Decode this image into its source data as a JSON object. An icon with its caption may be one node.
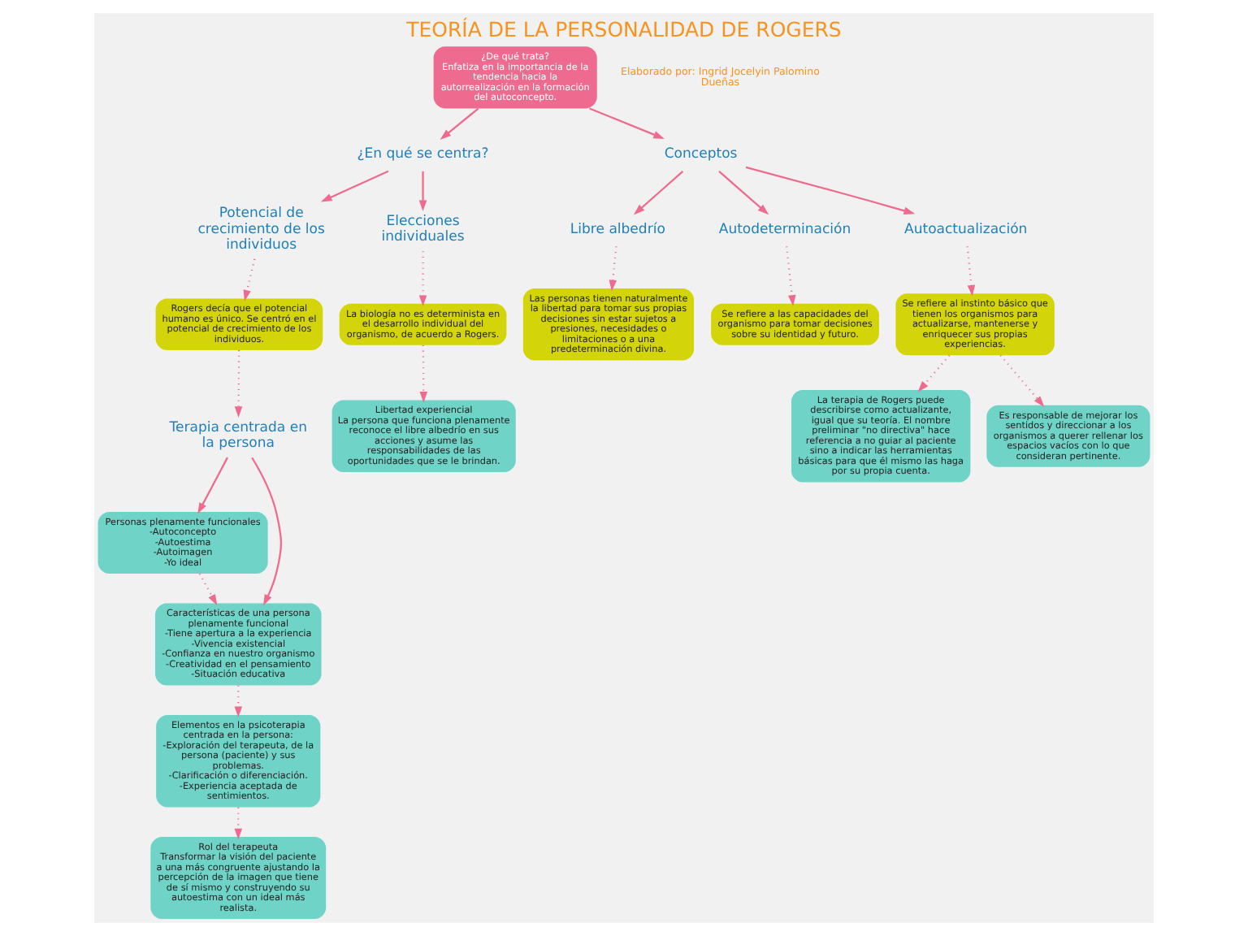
{
  "diagram": {
    "title": "TEORÍA DE LA PERSONALIDAD DE ROGERS",
    "nodes": [
      {
        "text": [
          "¿De qué trata?",
          "Enfatiza en la importancia de la tendencia hacia la autorrealización en la formación del autoconcepto."
        ]
      },
      {
        "text": [
          "¿En qué se centra?"
        ]
      },
      {
        "text": [
          "Conceptos"
        ]
      },
      {
        "text": [
          "Potencial de crecimiento de los individuos"
        ]
      },
      {
        "text": [
          "Elecciones individuales"
        ]
      },
      {
        "text": [
          "Rogers decía que el potencial humano es único. Se centró en el potencial de crecimiento de los individuos."
        ]
      },
      {
        "text": [
          "La biología no es determinista en el desarrollo individual del organismo, de acuerdo a Rogers."
        ]
      },
      {
        "text": [
          "Libertad experiencial",
          "La persona que funciona plenamente reconoce el libre albedrío en sus acciones y asume las responsabilidades de las oportunidades que se le brindan."
        ]
      },
      {
        "text": [
          "Terapia centrada en la persona"
        ]
      },
      {
        "text": [
          "Personas plenamente funcionales",
          "-Autoconcepto",
          "-Autoestima",
          "-Autoimagen",
          "-Yo ideal"
        ]
      },
      {
        "text": [
          "Características de una persona plenamente funcional",
          "-Tiene apertura a la experiencia",
          "-Vivencia existencial",
          "-Confianza en nuestro organismo",
          "-Creatividad en el pensamiento",
          "-Situación educativa"
        ]
      },
      {
        "text": [
          "Elementos en la psicoterapia centrada en la persona:",
          "-Exploración del terapeuta, de la persona (paciente) y sus problemas.",
          "-Clarificación o diferenciación.",
          "-Experiencia aceptada de sentimientos."
        ]
      },
      {
        "text": [
          "Rol del terapeuta",
          "Transformar la visión del paciente a una más congruente ajustando la percepción de la imagen que tiene de sí mismo y construyendo su autoestima con un ideal más realista."
        ]
      },
      {
        "text": [
          "Libre albedrío"
        ]
      },
      {
        "text": [
          "Autodeterminación"
        ]
      },
      {
        "text": [
          "Autoactualización"
        ]
      },
      {
        "text": [
          "Las personas tienen naturalmente la libertad para tomar sus propias decisiones sin estar sujetos a presiones, necesidades o limitaciones o a una predeterminación divina."
        ]
      },
      {
        "text": [
          "Se refiere a las capacidades del organismo para tomar decisiones sobre su identidad y futuro."
        ]
      },
      {
        "text": [
          "Se refiere al instinto básico que tienen los organismos para actualizarse, mantenerse y enriquecer sus propias experiencias."
        ]
      },
      {
        "text": [
          "La terapia de Rogers puede describirse como actualizante, igual que su teoría. El nombre preliminar \"no directiva\" hace referencia a no guiar al paciente sino a indicar las herramientas básicas para que él mismo las haga por su propia cuenta."
        ]
      },
      {
        "text": [
          "Es responsable de mejorar los sentidos y direccionar a los organismos a querer rellenar los espacios vacíos con lo que consideran pertinente."
        ]
      }
    ],
    "edges": [
      {
        "from": 0,
        "to": 1,
        "arrow": "to"
      },
      {
        "from": 0,
        "to": 2,
        "arrow": "to"
      },
      {
        "from": 1,
        "to": 3,
        "arrow": "to"
      },
      {
        "from": 1,
        "to": 4,
        "arrow": "to"
      },
      {
        "from": 3,
        "to": 5,
        "arrow": "to",
        "style": "dashed"
      },
      {
        "from": 4,
        "to": 6,
        "arrow": "to",
        "style": "dashed"
      },
      {
        "from": 6,
        "to": 7,
        "arrow": "to",
        "style": "dashed"
      },
      {
        "from": 5,
        "to": 8,
        "arrow": "to",
        "style": "dashed"
      },
      {
        "from": 8,
        "to": 9,
        "arrow": "to"
      },
      {
        "from": 8,
        "to": 10,
        "arrow": "to"
      },
      {
        "from": 9,
        "to": 10,
        "arrow": "to",
        "style": "dashed"
      },
      {
        "from": 10,
        "to": 11,
        "arrow": "to",
        "style": "dashed"
      },
      {
        "from": 11,
        "to": 12,
        "arrow": "to",
        "style": "dashed"
      },
      {
        "from": 2,
        "to": 13,
        "arrow": "to"
      },
      {
        "from": 2,
        "to": 14,
        "arrow": "to"
      },
      {
        "from": 2,
        "to": 15,
        "arrow": "to"
      },
      {
        "from": 13,
        "to": 16,
        "arrow": "to",
        "style": "dashed"
      },
      {
        "from": 14,
        "to": 17,
        "arrow": "to",
        "style": "dashed"
      },
      {
        "from": 15,
        "to": 18,
        "arrow": "to",
        "style": "dashed"
      },
      {
        "from": 18,
        "to": 19,
        "arrow": "to",
        "style": "dashed"
      },
      {
        "from": 18,
        "to": 20,
        "arrow": "to",
        "style": "dashed"
      }
    ],
    "labels": [
      "Elaborado por: Ingrid Jocelyin Palomino Dueñas"
    ]
  }
}
